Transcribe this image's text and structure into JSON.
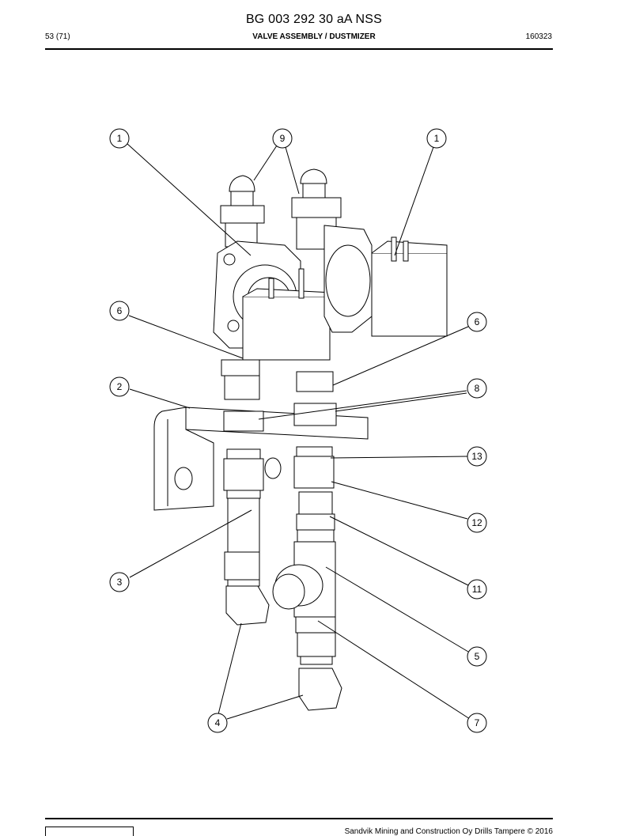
{
  "header": {
    "doc_id": "BG 003 292 30 aA NSS",
    "page": "53 (71)",
    "section_title": "VALVE ASSEMBLY / DUSTMIZER",
    "date_code": "160323"
  },
  "footer": {
    "copyright": "Sandvik Mining and Construction Oy Drills Tampere © 2016"
  },
  "callouts": {
    "c1a": "1",
    "c9": "9",
    "c1b": "1",
    "c6a": "6",
    "c6b": "6",
    "c2": "2",
    "c8": "8",
    "c13": "13",
    "c12": "12",
    "c3": "3",
    "c11": "11",
    "c5": "5",
    "c4": "4",
    "c7": "7"
  }
}
